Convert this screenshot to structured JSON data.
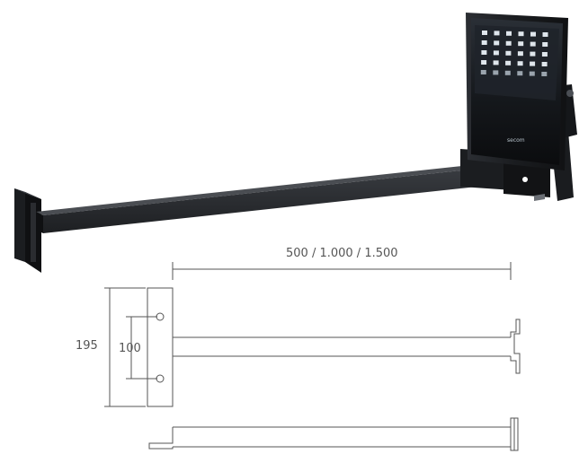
{
  "product": {
    "brand_logo": "secom"
  },
  "dimensions": {
    "arm_length_label": "500 / 1.000 / 1.500",
    "bracket_height_label": "195",
    "hole_spacing_label": "100"
  },
  "colors": {
    "product_body": "#1a1c1f",
    "dimension_line": "#555555",
    "background": "#ffffff"
  }
}
